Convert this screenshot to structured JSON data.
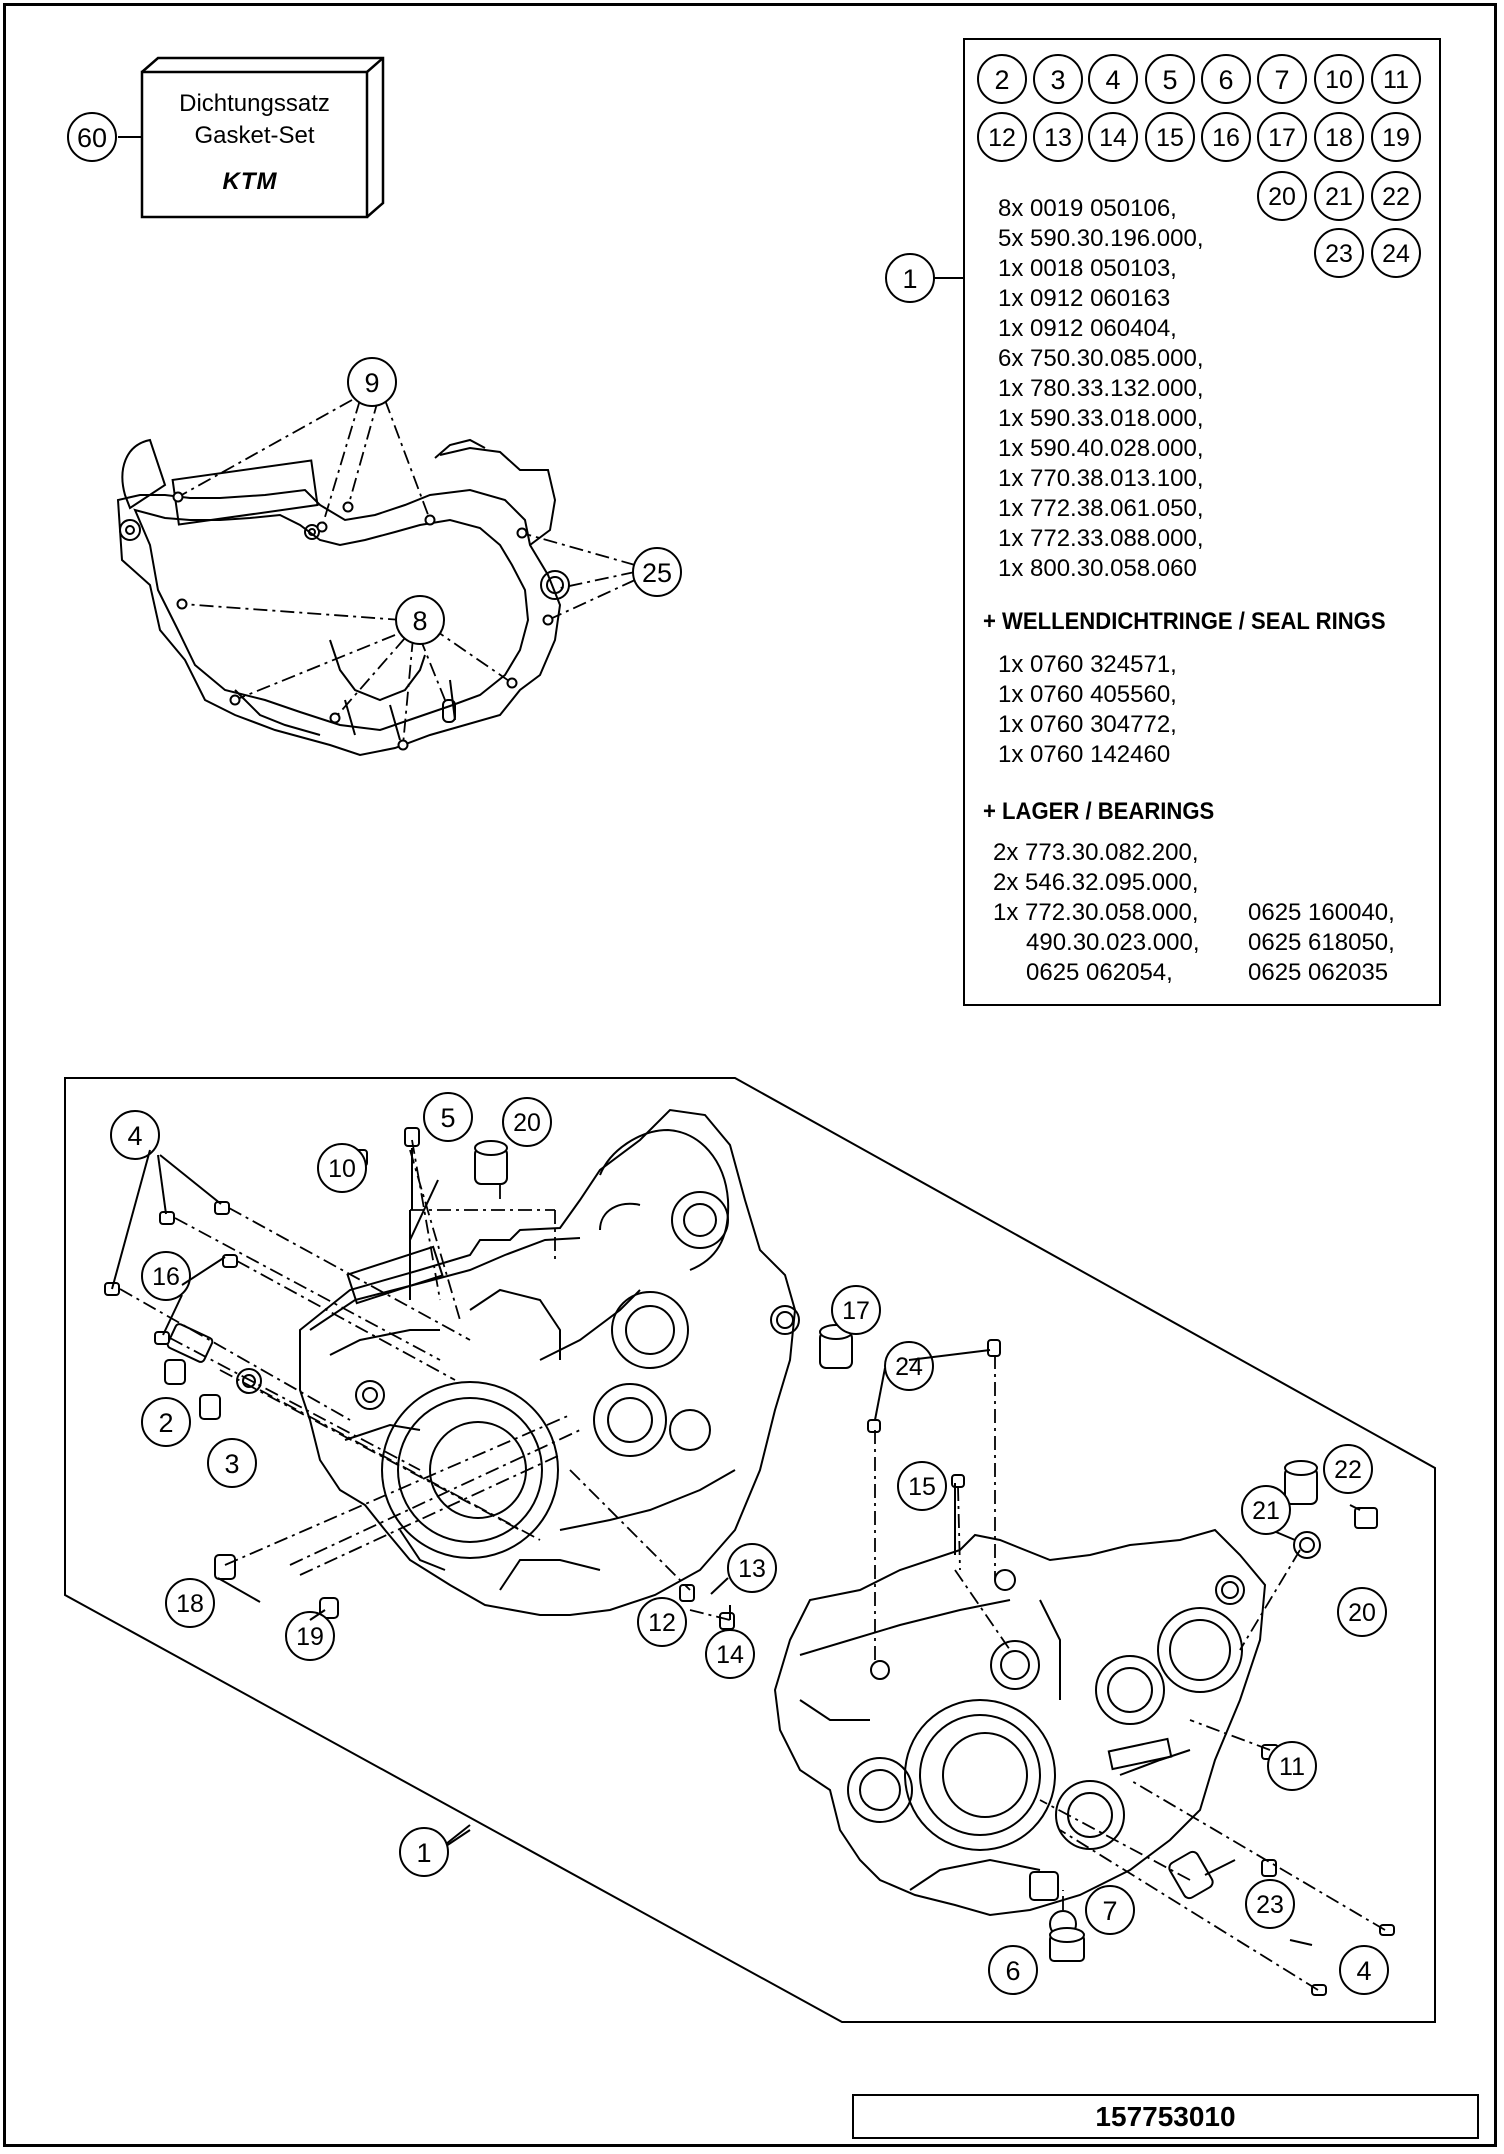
{
  "gasket_set": {
    "callout": "60",
    "label_de": "Dichtungssatz",
    "label_en": "Gasket-Set",
    "brand": "KTM"
  },
  "kit_callouts": {
    "row1": [
      "2",
      "3",
      "4",
      "5",
      "6",
      "7",
      "10",
      "11"
    ],
    "row2": [
      "12",
      "13",
      "14",
      "15",
      "16",
      "17",
      "18",
      "19"
    ],
    "row3": [
      "20",
      "21",
      "22"
    ],
    "row4": [
      "23",
      "24"
    ],
    "main": "1"
  },
  "parts_list": [
    "8x 0019 050106,",
    "5x 590.30.196.000,",
    "1x 0018 050103,",
    "1x 0912 060163",
    "1x 0912 060404,",
    "6x 750.30.085.000,",
    "1x 780.33.132.000,",
    "1x 590.33.018.000,",
    "1x 590.40.028.000,",
    "1x 770.38.013.100,",
    "1x 772.38.061.050,",
    "1x 772.33.088.000,",
    "1x 800.30.058.060"
  ],
  "seal_rings": {
    "heading": "+ WELLENDICHTRINGE / SEAL RINGS",
    "items": [
      "1x 0760 324571,",
      "1x 0760 405560,",
      "1x 0760 304772,",
      "1x 0760 142460"
    ]
  },
  "bearings": {
    "heading": "+ LAGER / BEARINGS",
    "left": [
      "2x 773.30.082.200,",
      "2x 546.32.095.000,",
      "1x 772.30.058.000,",
      "490.30.023.000,",
      "0625 062054,"
    ],
    "right": [
      "0625 160040,",
      "0625 618050,",
      "0625 062035"
    ]
  },
  "gasket_diagram_callouts": [
    "9",
    "8",
    "25"
  ],
  "engine_callouts": {
    "left_case": [
      "4",
      "16",
      "2",
      "3",
      "18",
      "19",
      "10",
      "5",
      "20",
      "17",
      "12",
      "13",
      "14"
    ],
    "right_case": [
      "24",
      "15",
      "21",
      "22",
      "20",
      "11",
      "23",
      "7",
      "6",
      "4"
    ],
    "assembly": "1"
  },
  "document_number": "157753010"
}
